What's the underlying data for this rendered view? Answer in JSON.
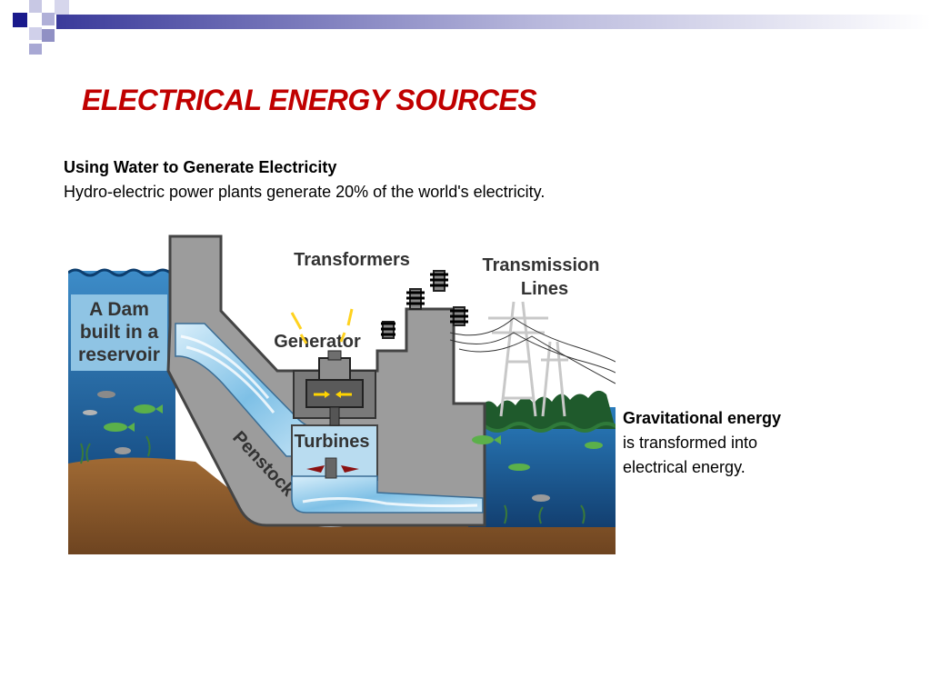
{
  "slide": {
    "title": "ELECTRICAL ENERGY SOURCES",
    "subheading": "Using Water to Generate Electricity",
    "body": "Hydro-electric power plants generate 20% of the world's electricity.",
    "callout": {
      "bold": "Gravitational energy",
      "line2": "is transformed into",
      "line3": "electrical energy."
    }
  },
  "diagram": {
    "labels": {
      "dam_line1": "A Dam",
      "dam_line2": "built in a",
      "dam_line3": "reservoir",
      "transformers": "Transformers",
      "transmission_line1": "Transmission",
      "transmission_line2": "Lines",
      "generator": "Generator",
      "penstock": "Penstock",
      "turbines": "Turbines"
    }
  },
  "colors": {
    "title": "#c00000",
    "water_deep": "#1f6eb0",
    "water_light": "#a8d4ee",
    "concrete": "#9a9a9a",
    "ground": "#8b5a2b",
    "deco_navy": "#1a1a8c"
  }
}
